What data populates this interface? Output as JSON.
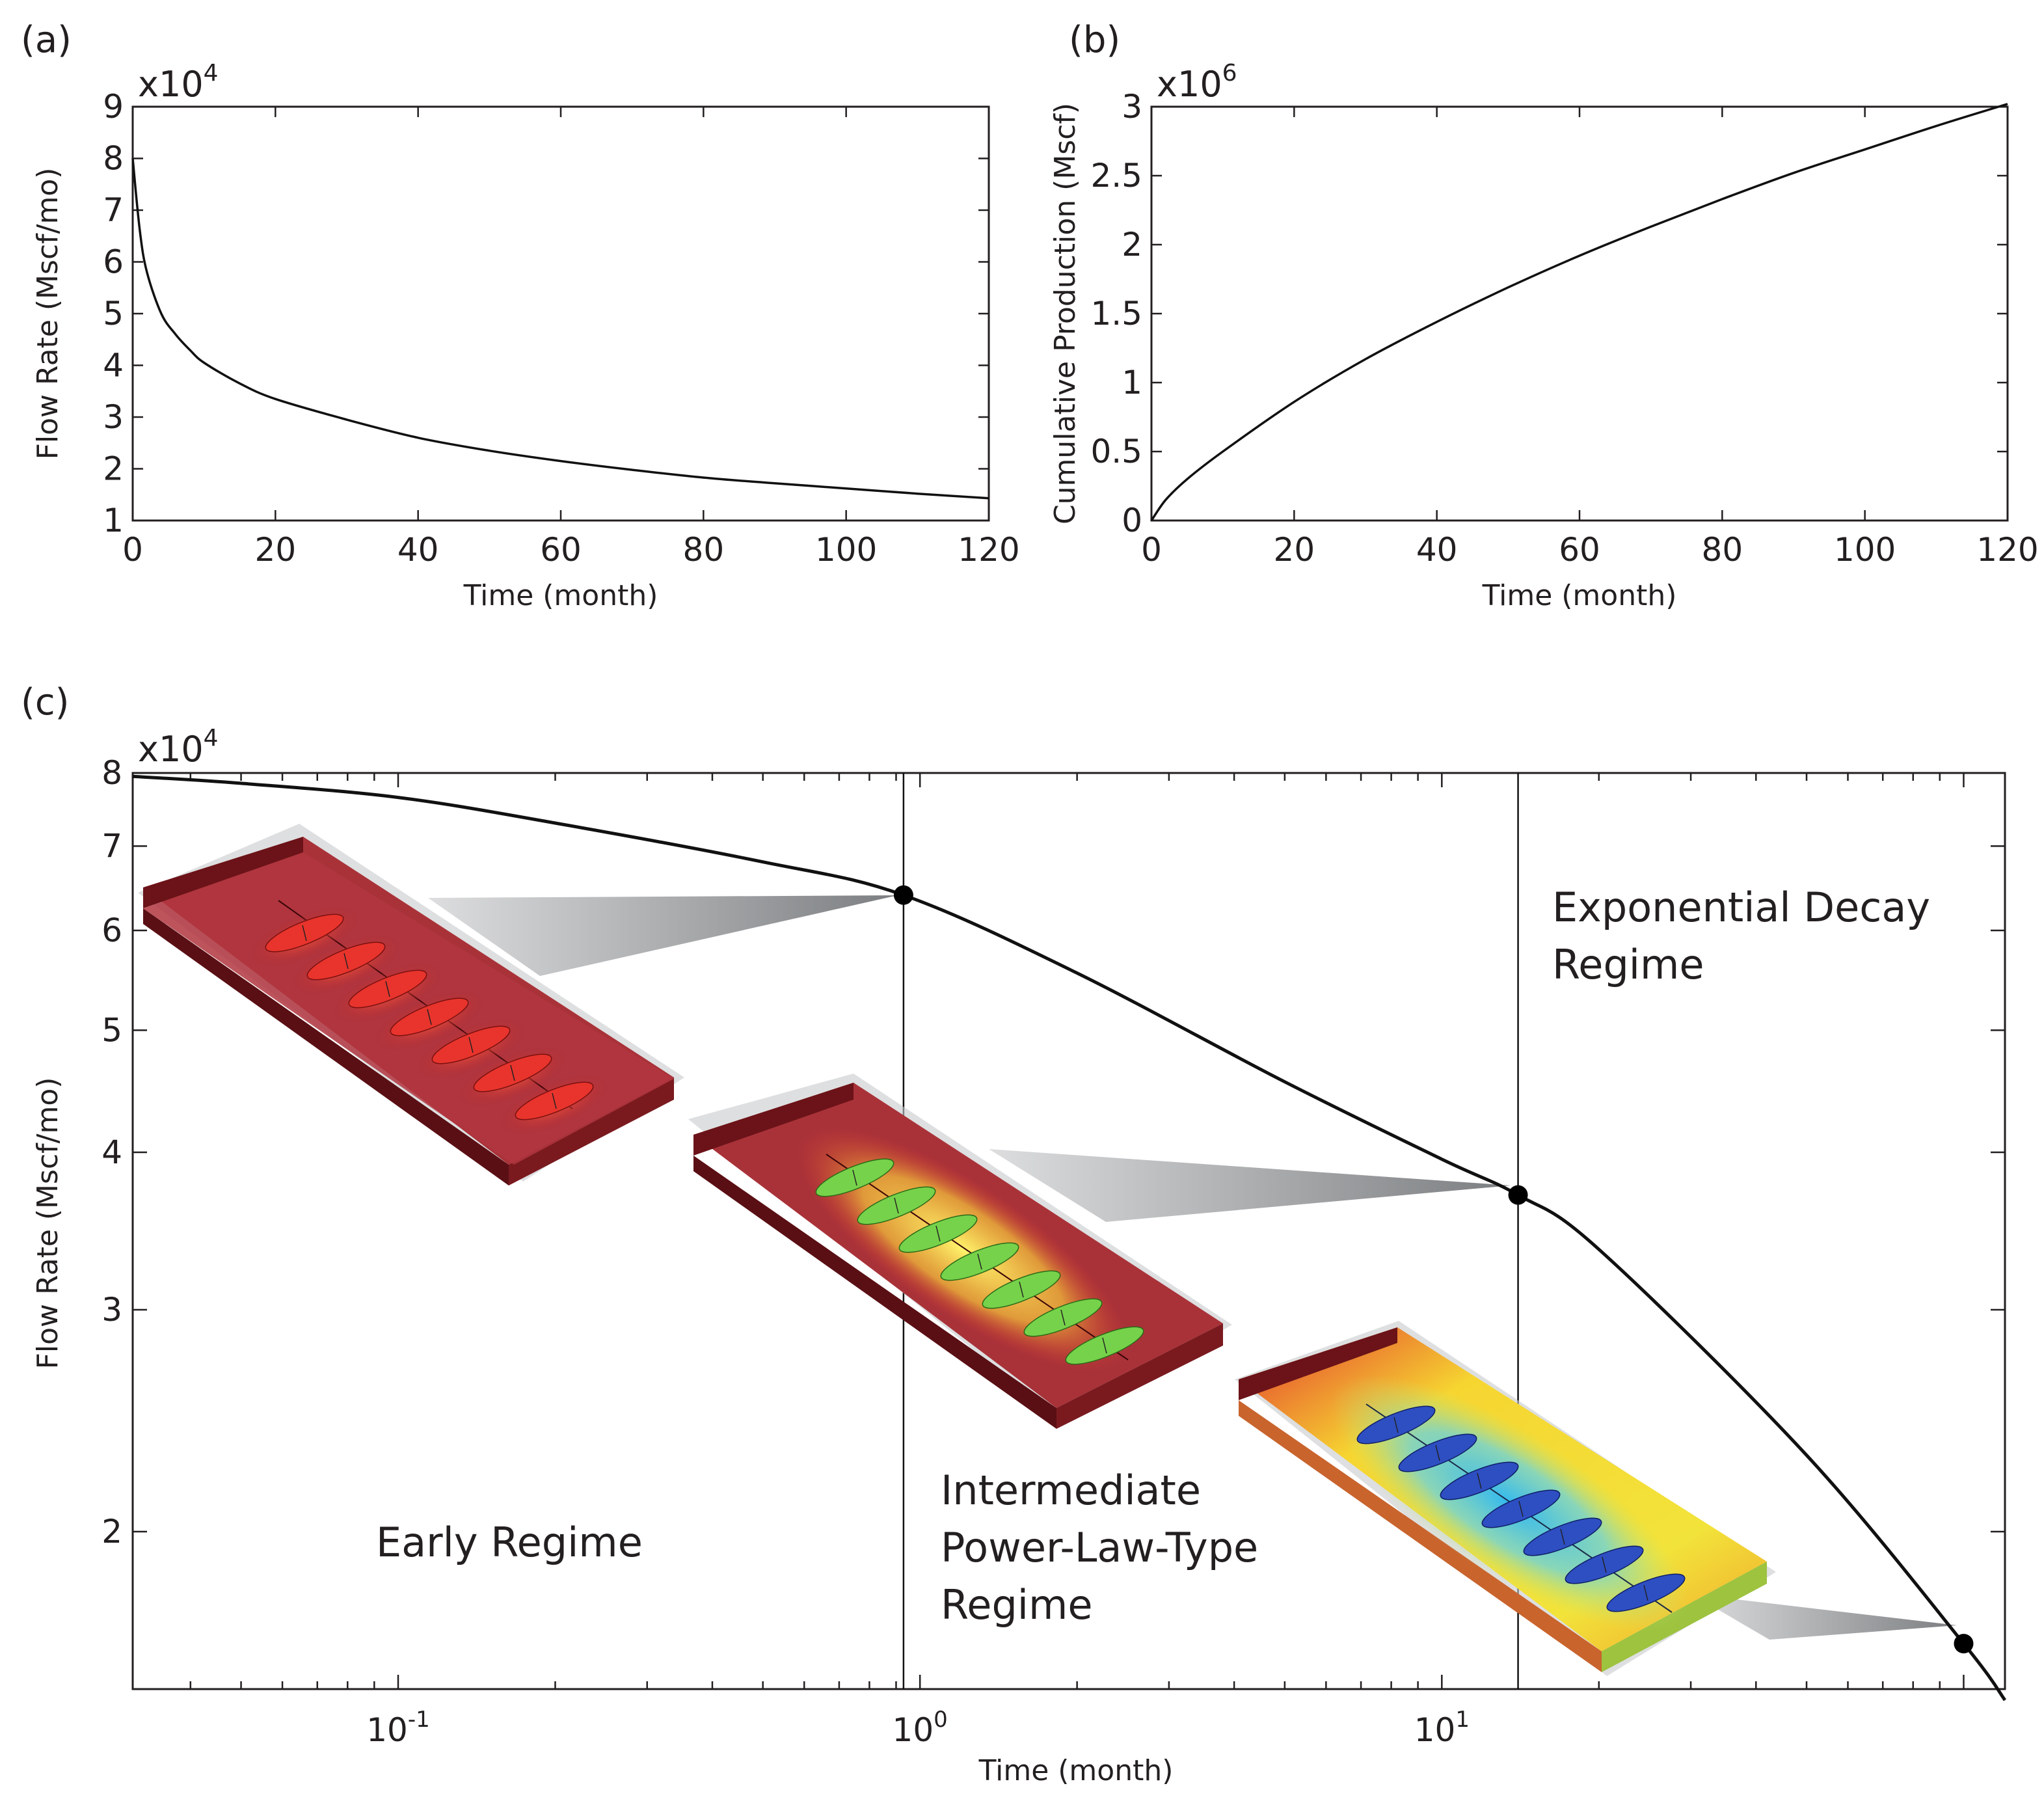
{
  "chart_data": [
    {
      "panel": "(a)",
      "type": "line",
      "xlabel": "Time (month)",
      "ylabel": "Flow Rate (Mscf/mo)",
      "multiplier": "x10",
      "multiplier_exp": "4",
      "xlim": [
        0,
        120
      ],
      "ylim": [
        1,
        9
      ],
      "xticks": [
        "0",
        "20",
        "40",
        "60",
        "80",
        "100",
        "120"
      ],
      "yticks": [
        "1",
        "2",
        "3",
        "4",
        "5",
        "6",
        "7",
        "8",
        "9"
      ],
      "x": [
        0,
        1,
        2,
        4,
        6,
        8,
        10,
        15,
        20,
        30,
        40,
        50,
        60,
        70,
        80,
        90,
        100,
        110,
        120
      ],
      "y": [
        8.0,
        6.6,
        5.8,
        5.0,
        4.6,
        4.3,
        4.05,
        3.65,
        3.35,
        2.95,
        2.6,
        2.35,
        2.15,
        1.98,
        1.83,
        1.72,
        1.62,
        1.52,
        1.43
      ]
    },
    {
      "panel": "(b)",
      "type": "line",
      "xlabel": "Time (month)",
      "ylabel": "Cumulative Production (Mscf)",
      "multiplier": "x10",
      "multiplier_exp": "6",
      "xlim": [
        0,
        120
      ],
      "ylim": [
        0,
        3
      ],
      "xticks": [
        "0",
        "20",
        "40",
        "60",
        "80",
        "100",
        "120"
      ],
      "yticks": [
        "0",
        "0.5",
        "1",
        "1.5",
        "2",
        "2.5",
        "3"
      ],
      "x": [
        0,
        2,
        5,
        10,
        20,
        30,
        40,
        50,
        60,
        70,
        80,
        90,
        100,
        110,
        120
      ],
      "y": [
        0,
        0.15,
        0.3,
        0.5,
        0.86,
        1.17,
        1.44,
        1.69,
        1.92,
        2.13,
        2.33,
        2.52,
        2.69,
        2.86,
        3.02
      ]
    },
    {
      "panel": "(c)",
      "type": "line",
      "xscale": "log",
      "yscale": "log",
      "xlabel": "Time (month)",
      "ylabel": "Flow Rate (Mscf/mo)",
      "multiplier": "x10",
      "multiplier_exp": "4",
      "xlim": [
        0.031,
        120
      ],
      "ylim": [
        1.5,
        8
      ],
      "xticks": [
        {
          "base": "10",
          "exp": "-1",
          "value": 0.1
        },
        {
          "base": "10",
          "exp": "0",
          "value": 1
        },
        {
          "base": "10",
          "exp": "1",
          "value": 10
        }
      ],
      "yticks": [
        "2",
        "3",
        "4",
        "5",
        "6",
        "7",
        "8"
      ],
      "x": [
        0.031,
        0.05,
        0.1,
        0.2,
        0.5,
        0.93,
        2,
        5,
        10,
        14,
        20,
        50,
        100,
        120
      ],
      "y": [
        7.95,
        7.85,
        7.65,
        7.3,
        6.8,
        6.4,
        5.55,
        4.55,
        3.95,
        3.7,
        3.35,
        2.3,
        1.63,
        1.47
      ],
      "markers": [
        {
          "x": 0.93,
          "y": 6.4
        },
        {
          "x": 14,
          "y": 3.7
        },
        {
          "x": 100,
          "y": 1.63
        }
      ],
      "vlines": [
        0.93,
        14
      ],
      "annotations": {
        "early": "Early Regime",
        "intermediate": [
          "Intermediate",
          "Power-Law-Type",
          "Regime"
        ],
        "exponential": [
          "Exponential Decay",
          "Regime"
        ]
      }
    }
  ]
}
